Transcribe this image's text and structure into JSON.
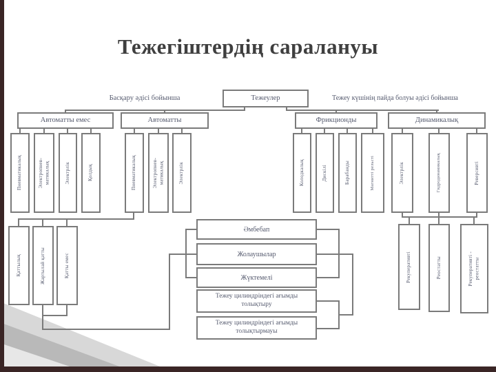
{
  "title": "Тежегіштердің саралануы",
  "colors": {
    "box_border": "#7a7a7a",
    "box_text": "#555a6e",
    "title_text": "#3f3f3f",
    "edge_frame": "#3a2525",
    "corner_triangle_light": "#d8d8d8",
    "corner_triangle_mid": "#b9b9b9",
    "corner_triangle_pale": "#e7e7e7"
  },
  "diagram": {
    "root": "Тежеулер",
    "branch_labels": {
      "left": "Басқару әдісі бойынша",
      "right": "Тежеу күшінің пайда болуы әдісі бойынша"
    },
    "level2": {
      "non_automatic": "Автоматты емес",
      "automatic": "Автоматты",
      "friction": "Фрикционды",
      "dynamic": "Динамикалық"
    },
    "non_automatic_types": [
      "Пневматикалық",
      "Электропнев-\nматикалық",
      "Электрлік",
      "Қолдық"
    ],
    "automatic_types": [
      "Пневматикалық",
      "Электропнев-\nматикалық",
      "Электрлік"
    ],
    "friction_types": [
      "Колодкалық",
      "Дискілі",
      "Барабанды",
      "Магнитті рельсті"
    ],
    "dynamic_types": [
      "Электрлік",
      "Гидродинамикалық",
      "Реверсивті"
    ],
    "hardness_types": [
      "Қаттылық",
      "Жартылай қатты",
      "Қатты емес"
    ],
    "electric_types": [
      "Рекуперативті",
      "Реостатты",
      "Рекуперативті -\nреостатты"
    ],
    "mode_types": [
      "Әмбебап",
      "Жолаушылар",
      "Жүктемелі",
      "Тежеу цилиндріндегі ағымды толықтыру",
      "Тежеу цилиндріндегі ағымды толықтырмауы"
    ]
  }
}
